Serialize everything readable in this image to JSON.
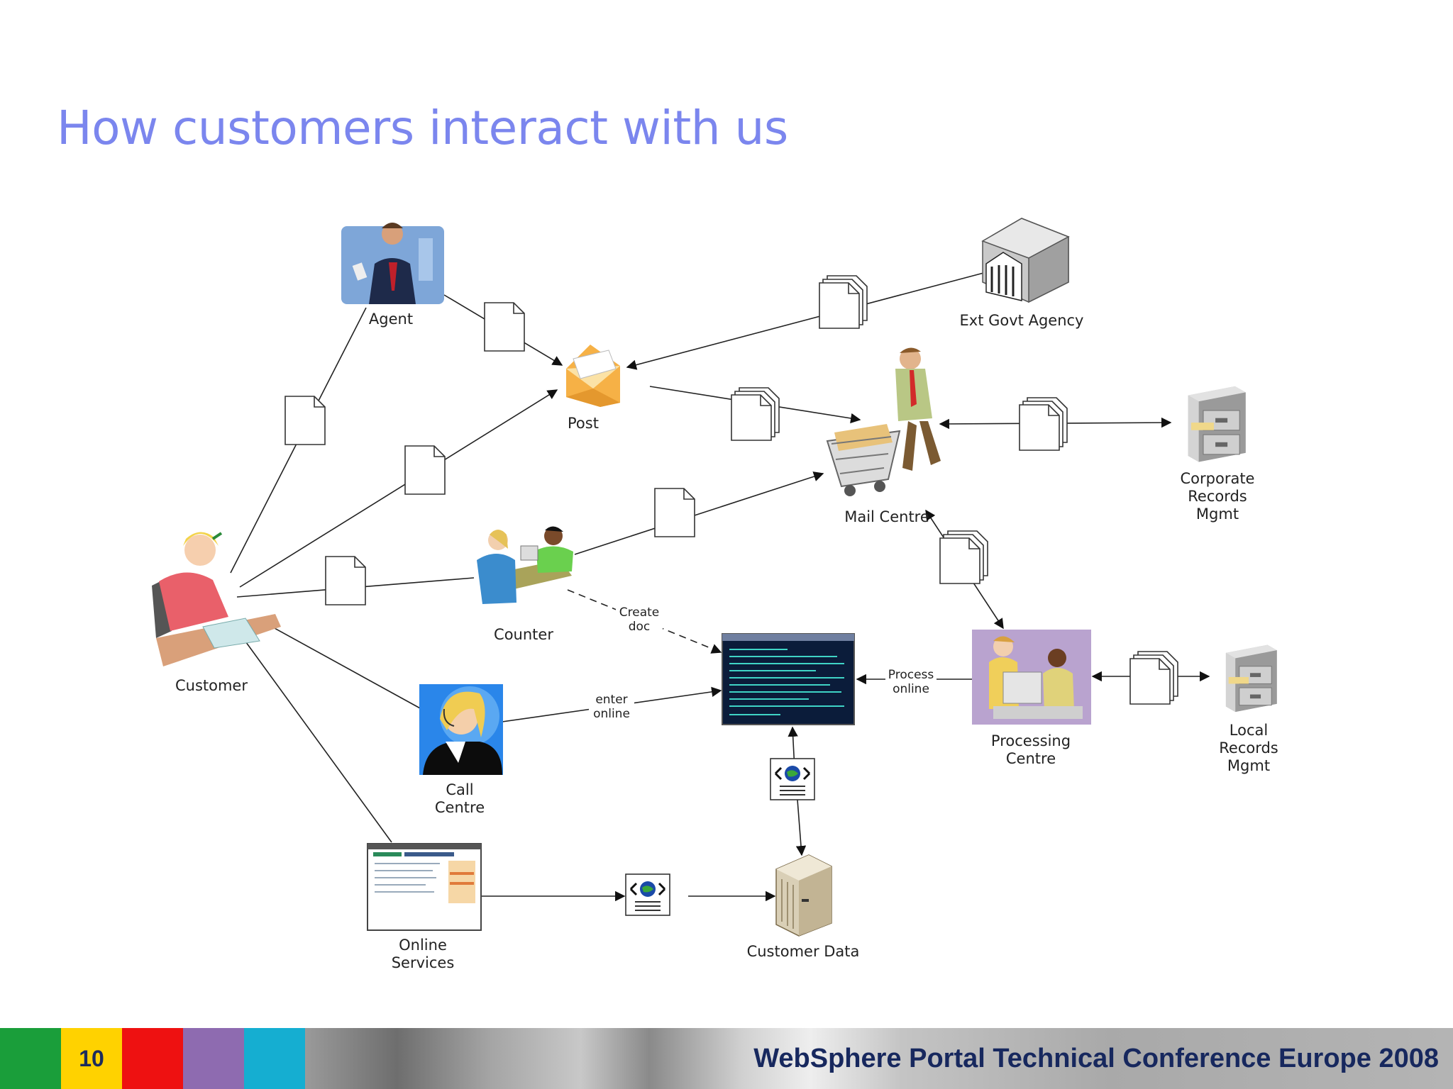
{
  "title": "How customers interact with us",
  "nodes": {
    "agent": "Agent",
    "post": "Post",
    "ext_govt": "Ext Govt Agency",
    "mail_centre": "Mail Centre",
    "corporate_records": [
      "Corporate",
      "Records",
      "Mgmt"
    ],
    "customer": "Customer",
    "counter": "Counter",
    "processing_centre": [
      "Processing",
      "Centre"
    ],
    "local_records": [
      "Local",
      "Records",
      "Mgmt"
    ],
    "call_centre": [
      "Call",
      "Centre"
    ],
    "online_services": [
      "Online",
      "Services"
    ],
    "customer_data": "Customer Data"
  },
  "edge_labels": {
    "create_doc": [
      "Create",
      "doc"
    ],
    "process_online": [
      "Process",
      "online"
    ],
    "enter_online": [
      "enter",
      "online"
    ]
  },
  "footer": {
    "page_number": "10",
    "conference": "WebSphere Portal Technical Conference Europe 2008",
    "colors": [
      "#1a9e3a",
      "#ffd200",
      "#ee1111",
      "#8e6bb0",
      "#15aed1"
    ]
  }
}
